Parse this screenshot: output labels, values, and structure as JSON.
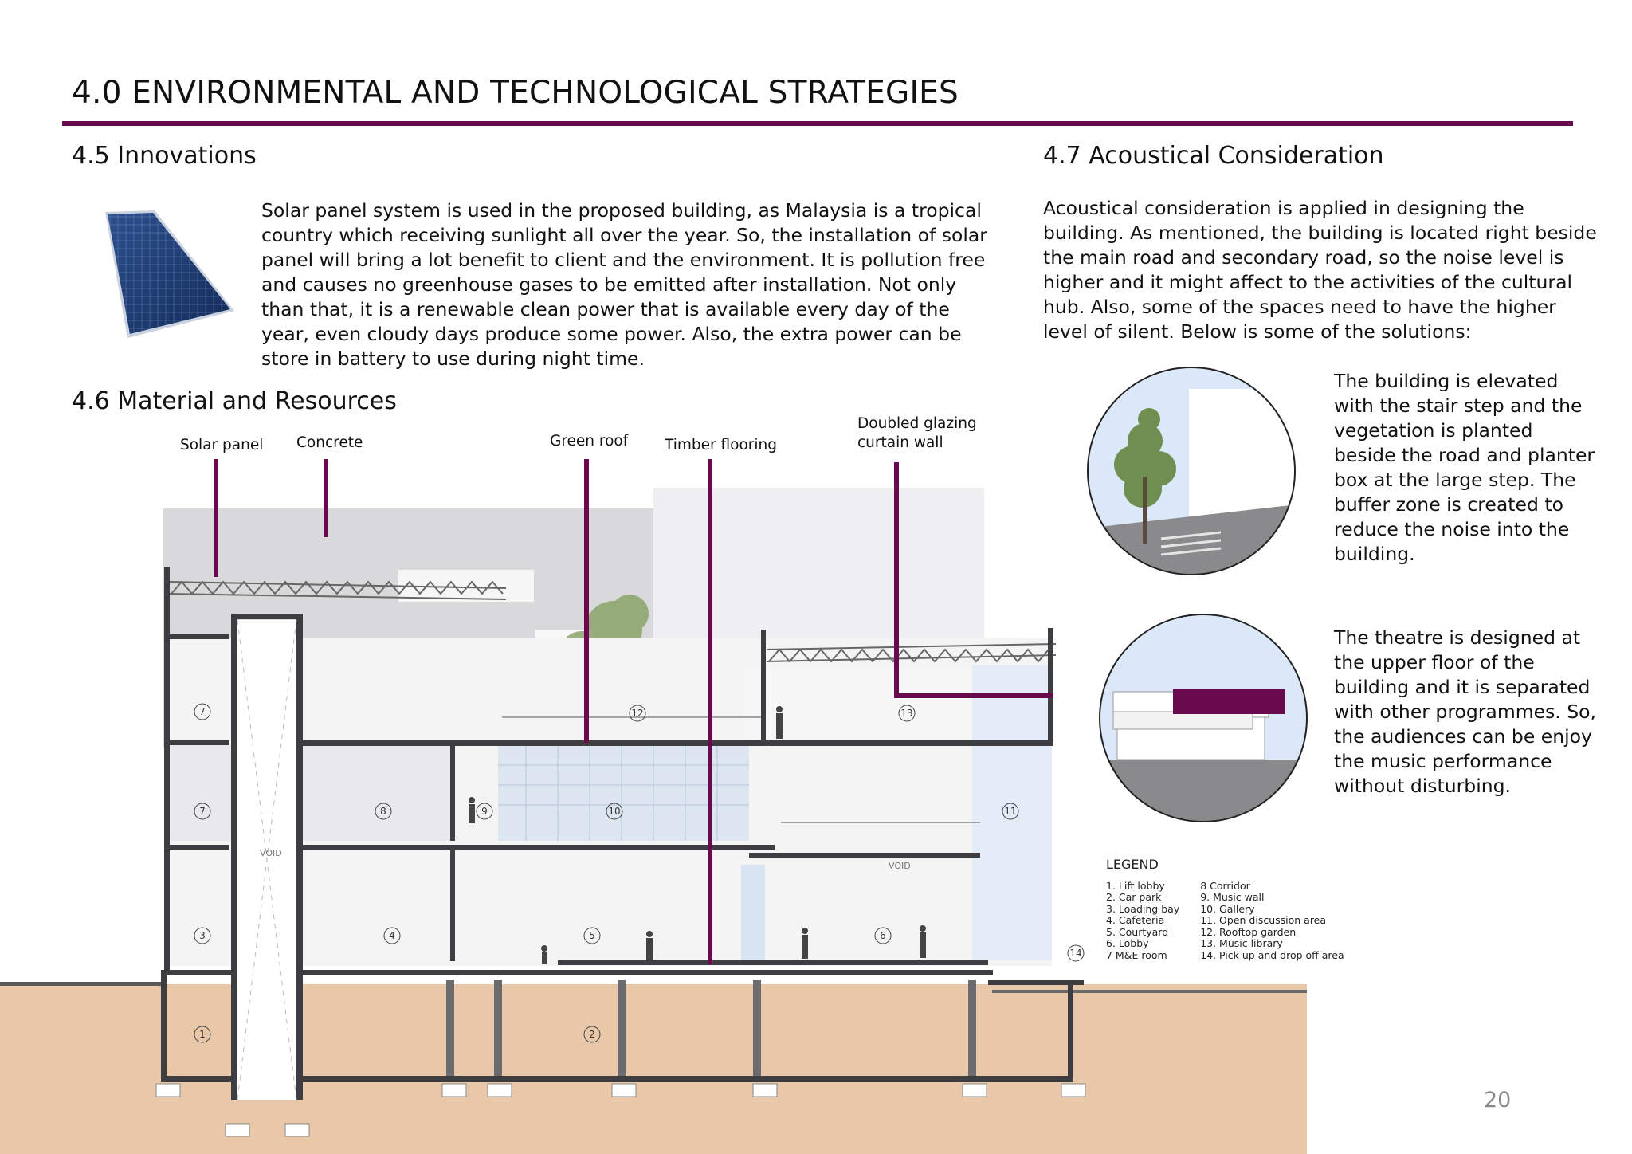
{
  "page": {
    "title": "4.0 ENVIRONMENTAL AND TECHNOLOGICAL STRATEGIES",
    "number": "20",
    "accent_color": "#6a0a4e"
  },
  "innovations": {
    "heading": "4.5 Innovations",
    "image_icon": "solar-panel-icon",
    "body": "Solar panel system is used in the proposed building, as Malaysia is a tropical country which receiving sunlight all over the year. So, the installation of solar panel will bring a lot benefit to client and the environment. It is pollution free and causes no greenhouse gases to be emitted after installation. Not only than that, it is a renewable clean power that is available every day of the year, even cloudy days produce some power. Also, the extra power can be store in battery to use during night time."
  },
  "materials": {
    "heading": "4.6 Material and Resources",
    "labels": {
      "solar_panel": "Solar panel",
      "concrete": "Concrete",
      "green_roof": "Green roof",
      "timber_flooring": "Timber flooring",
      "glazing_line1": "Doubled glazing",
      "glazing_line2": "curtain wall"
    },
    "void_label": "VOID",
    "room_numbers": [
      "1",
      "2",
      "3",
      "4",
      "5",
      "6",
      "7",
      "7",
      "8",
      "9",
      "10",
      "11",
      "12",
      "13",
      "14"
    ]
  },
  "legend": {
    "title": "LEGEND",
    "col1": [
      "1. Lift lobby",
      "2. Car park",
      "3. Loading bay",
      "4. Cafeteria",
      "5. Courtyard",
      "6. Lobby",
      "7 M&E room"
    ],
    "col2": [
      "8 Corridor",
      "9. Music wall",
      "10. Gallery",
      "11. Open discussion area",
      "12. Rooftop garden",
      "13. Music library",
      "14. Pick up and drop off area"
    ]
  },
  "acoustics": {
    "heading": "4.7 Acoustical Consideration",
    "body": "Acoustical consideration is applied in designing the building. As mentioned, the building is located right beside the main road and secondary road, so the noise level is higher and it might affect to the activities of the cultural hub. Also, some of the spaces need to have the higher level of silent. Below is some of the solutions:",
    "item1": "The building is elevated with the stair step and the vegetation is planted beside the road and planter box at the large step. The buffer zone is created to reduce the noise into the building.",
    "item2": "The theatre is designed at the upper floor of the building and it is separated with other programmes. So, the audiences can be enjoy the music performance without disturbing."
  }
}
